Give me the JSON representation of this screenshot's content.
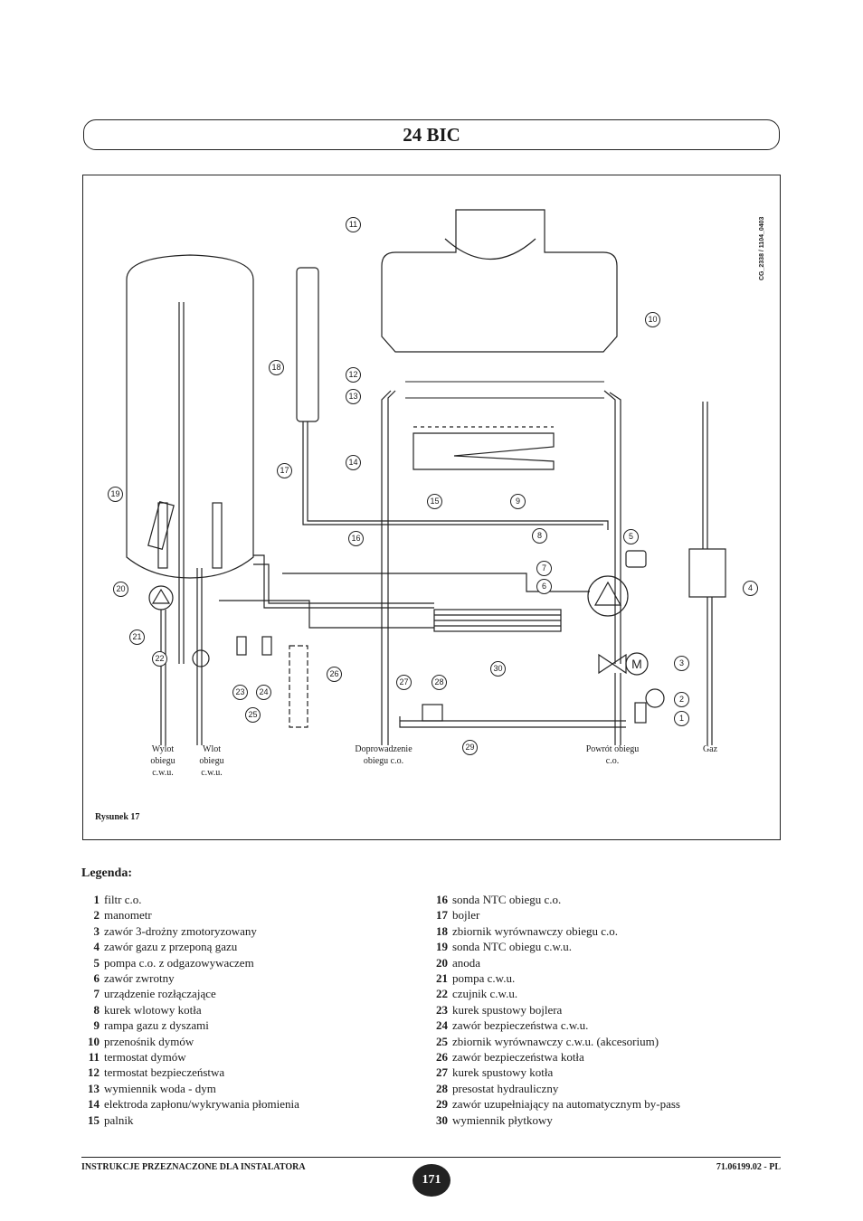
{
  "page": {
    "title": "24 BIC",
    "figure_label": "Rysunek 17",
    "figure_code": "CG_2338 / 1104_0403",
    "legend_title": "Legenda:",
    "footer_left": "INSTRUKCJE PRZEZNACZONE DLA INSTALATORA",
    "footer_right": "71.06199.02 - PL",
    "page_number": "171"
  },
  "diagram": {
    "callouts": [
      "1",
      "2",
      "3",
      "4",
      "5",
      "6",
      "7",
      "8",
      "9",
      "10",
      "11",
      "12",
      "13",
      "14",
      "15",
      "16",
      "17",
      "18",
      "19",
      "20",
      "21",
      "22",
      "23",
      "24",
      "25",
      "26",
      "27",
      "28",
      "29",
      "30"
    ],
    "motor_label": "M",
    "pipe_labels": [
      "Wylot\nobiegu\nc.w.u.",
      "Wlot\nobiegu\nc.w.u.",
      "Doprowadzenie\nobiegu c.o.",
      "Powrót obiegu\nc.o.",
      "Gaz"
    ]
  },
  "legend": {
    "left": [
      {
        "num": "1",
        "text": "filtr c.o."
      },
      {
        "num": "2",
        "text": "manometr"
      },
      {
        "num": "3",
        "text": "zawór 3-drożny zmotoryzowany"
      },
      {
        "num": "4",
        "text": "zawór gazu z przeponą gazu"
      },
      {
        "num": "5",
        "text": "pompa c.o. z odgazowywaczem"
      },
      {
        "num": "6",
        "text": "zawór zwrotny"
      },
      {
        "num": "7",
        "text": "urządzenie rozłączające"
      },
      {
        "num": "8",
        "text": "kurek wlotowy kotła"
      },
      {
        "num": "9",
        "text": "rampa gazu z dyszami"
      },
      {
        "num": "10",
        "text": "przenośnik dymów"
      },
      {
        "num": "11",
        "text": "termostat dymów"
      },
      {
        "num": "12",
        "text": "termostat bezpieczeństwa"
      },
      {
        "num": "13",
        "text": "wymiennik woda - dym"
      },
      {
        "num": "14",
        "text": "elektroda zapłonu/wykrywania płomienia"
      },
      {
        "num": "15",
        "text": "palnik"
      }
    ],
    "right": [
      {
        "num": "16",
        "text": "sonda NTC obiegu c.o."
      },
      {
        "num": "17",
        "text": "bojler"
      },
      {
        "num": "18",
        "text": "zbiornik wyrównawczy obiegu c.o."
      },
      {
        "num": "19",
        "text": "sonda NTC obiegu c.w.u."
      },
      {
        "num": "20",
        "text": "anoda"
      },
      {
        "num": "21",
        "text": "pompa c.w.u."
      },
      {
        "num": "22",
        "text": "czujnik c.w.u."
      },
      {
        "num": "23",
        "text": "kurek spustowy bojlera"
      },
      {
        "num": "24",
        "text": "zawór bezpieczeństwa c.w.u."
      },
      {
        "num": "25",
        "text": "zbiornik wyrównawczy c.w.u. (akcesorium)"
      },
      {
        "num": "26",
        "text": "zawór bezpieczeństwa kotła"
      },
      {
        "num": "27",
        "text": "kurek spustowy kotła"
      },
      {
        "num": "28",
        "text": "presostat hydrauliczny"
      },
      {
        "num": "29",
        "text": "zawór uzupełniający na automatycznym by-pass"
      },
      {
        "num": "30",
        "text": "wymiennik płytkowy"
      }
    ]
  }
}
